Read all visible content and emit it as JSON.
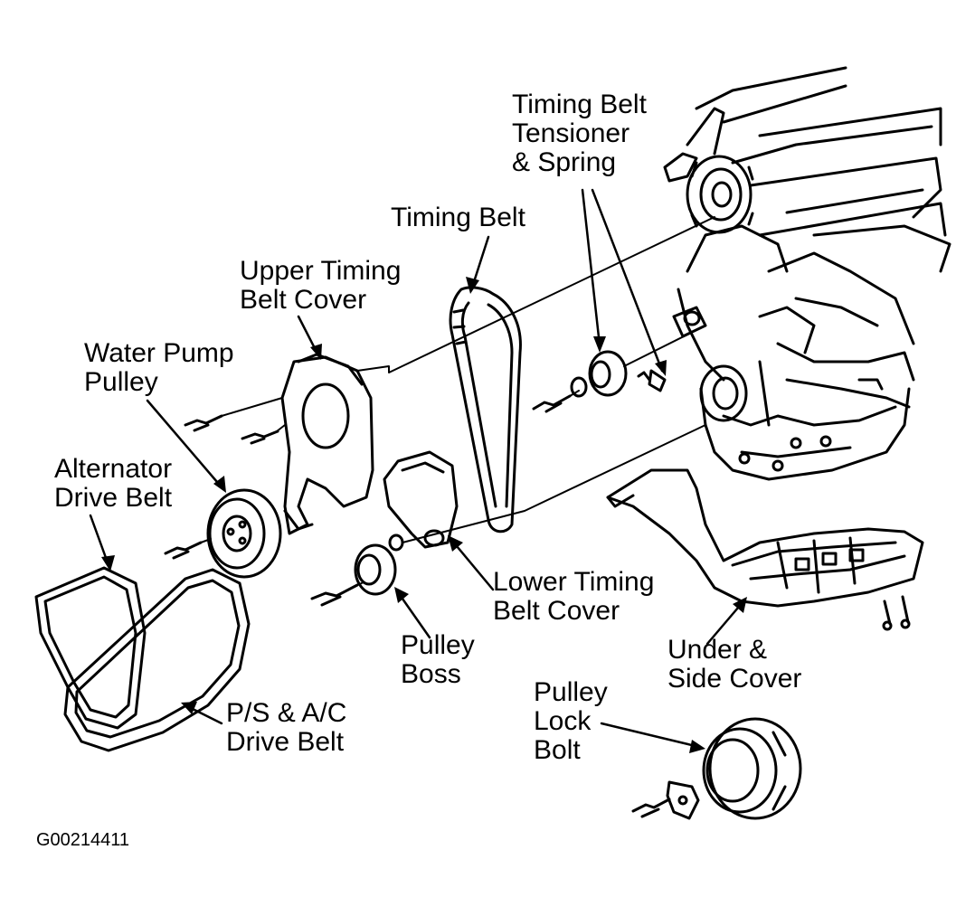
{
  "labels": {
    "timing_belt_tensioner": [
      "Timing Belt",
      "Tensioner",
      "& Spring"
    ],
    "timing_belt": [
      "Timing Belt"
    ],
    "upper_timing_belt_cover": [
      "Upper Timing",
      "Belt Cover"
    ],
    "water_pump_pulley": [
      "Water Pump",
      "Pulley"
    ],
    "alternator_drive_belt": [
      "Alternator",
      "Drive Belt"
    ],
    "lower_timing_belt_cover": [
      "Lower Timing",
      "Belt Cover"
    ],
    "pulley_boss": [
      "Pulley",
      "Boss"
    ],
    "under_side_cover": [
      "Under &",
      "Side Cover"
    ],
    "pulley_lock_bolt": [
      "Pulley",
      "Lock",
      "Bolt"
    ],
    "ps_ac_drive_belt": [
      "P/S & A/C",
      "Drive Belt"
    ]
  },
  "figure_code": "G00214411",
  "colors": {
    "ink": "#000000",
    "paper": "#ffffff"
  }
}
